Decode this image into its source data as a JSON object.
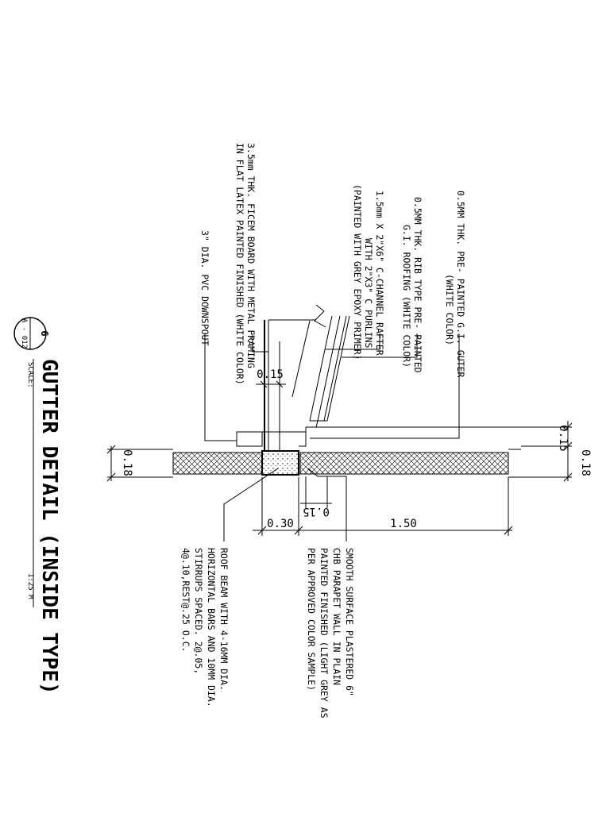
{
  "notes": {
    "gutter": "0.5MM THK. PRE- PAINTED G.I. GUTER",
    "gutter_2": "(WHITE COLOR)",
    "roofing": "0.5MM THK. RIB TYPE PRE- PAINTED",
    "roofing_2": "G.I. ROOFING (WHITE COLOR)",
    "rafter": "1.5mm X 2\"X6\" C-CHANNEL RAFTER",
    "rafter_2": "WITH 2\"X3\" C PURLINS",
    "rafter_3": "(PAINTED WITH GREY EPOXY PRIMER)",
    "fcem": "3.5mm THK. FICEM BOARD WITH METAL FRAMING",
    "fcem_2": "IN FLAT LATEX PAINTED FINISHED  (WHITE COLOR)",
    "downspout": "3\" DIA.  PVC DOWNSPOUT",
    "parapet": "SMOOTH SURFACE  PLASTERED 6\"",
    "parapet_2": "CHB PARAPET WALL IN PLAIN",
    "parapet_3": "PAINTED FINISHED (LIGHT GREY AS",
    "parapet_4": "PER APPROVED COLOR SAMPLE)",
    "beam": "ROOF BEAM WITH 4-16MM DIA.",
    "beam_2": "HORIZONTAL BARS AND 10MM DIA.",
    "beam_3": "STIRRUPS SPACED. 2@.05,",
    "beam_4": "4@.10,REST@.25 O.C."
  },
  "dimensions": {
    "d_015_top": "0.15",
    "d_015_right": "0.15",
    "d_018_right": "0.18",
    "d_018_left": "0.18",
    "d_015_bottom": "0.15",
    "d_030": "0.30",
    "d_150": "1.50"
  },
  "title_block": {
    "title": "GUTTER DETAIL (INSIDE TYPE)",
    "detail_number": "6",
    "sheet": "A - 012",
    "scale_label": "SCALE:",
    "scale_value": "1:25 M"
  }
}
